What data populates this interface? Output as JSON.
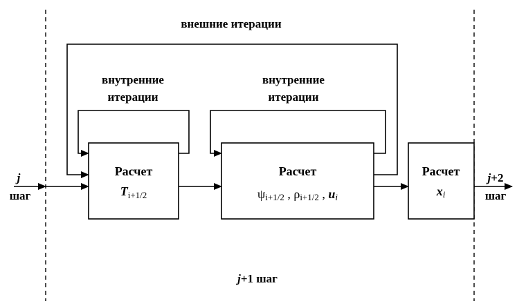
{
  "labels": {
    "outer_iterations": "внешние итерации",
    "inner_iterations_1_line1": "внутренние",
    "inner_iterations_1_line2": "итерации",
    "inner_iterations_2_line1": "внутренние",
    "inner_iterations_2_line2": "итерации",
    "step_j_var": "j",
    "step_j_word": "шаг",
    "step_j2_var": "j",
    "step_j2_suffix": "+2",
    "step_j2_word": "шаг",
    "step_j1_var": "j",
    "step_j1_suffix": "+1 шаг"
  },
  "blocks": {
    "block1": {
      "title": "Расчет",
      "var": "T",
      "sub": "i+1/2"
    },
    "block2": {
      "title": "Расчет",
      "psi": "ψ",
      "psi_sub": "i+1/2",
      "sep1": " , ",
      "rho": "ρ",
      "rho_sub": "i+1/2",
      "sep2": " , ",
      "u": "u",
      "u_sub": "i"
    },
    "block3": {
      "title": "Расчет",
      "var": "x",
      "sub": "i"
    }
  }
}
